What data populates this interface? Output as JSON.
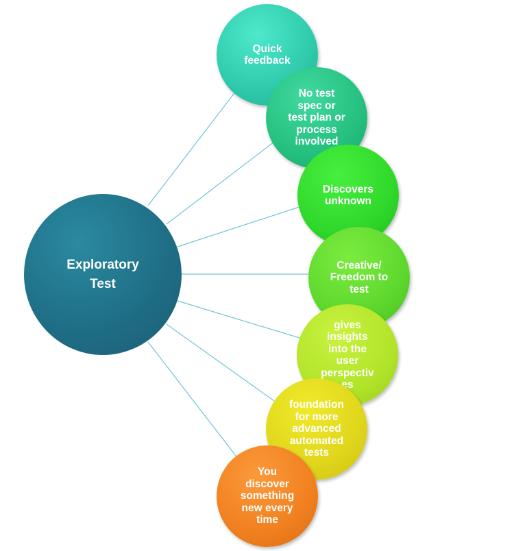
{
  "diagram": {
    "hub": {
      "label": "Exploratory\nTest",
      "color": "#1f6f87"
    },
    "line_color": "#6fc3d9",
    "satellites": [
      {
        "label": "Quick\nfeedback",
        "color": "#2fc9ab"
      },
      {
        "label": "No test\nspec or\ntest plan or\nprocess\ninvolved",
        "color": "#25c07f"
      },
      {
        "label": "Discovers\nunknown",
        "color": "#2fd82a"
      },
      {
        "label": "Creative/\nFreedom to\ntest",
        "color": "#5ed82e"
      },
      {
        "label": "gives\ninsights\ninto the\nuser\nperspectiv\nes",
        "color": "#b2e42a"
      },
      {
        "label": "foundation\nfor more\nadvanced\nautomated\ntests",
        "color": "#e0d61c"
      },
      {
        "label": "You\ndiscover\nsomething\nnew every\ntime",
        "color": "#f1801f"
      }
    ]
  }
}
